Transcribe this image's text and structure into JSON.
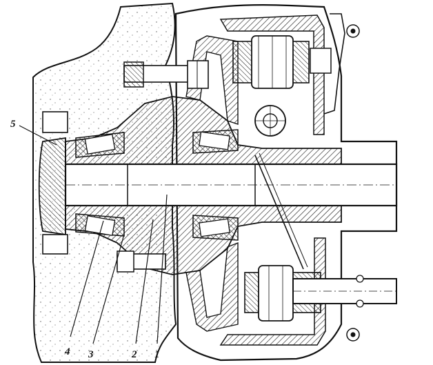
{
  "callouts": {
    "c1": "1",
    "c2": "2",
    "c3": "3",
    "c4": "4",
    "c5": "5"
  },
  "colors": {
    "ink": "#111111",
    "paper": "#ffffff",
    "hatch": "#222222"
  }
}
